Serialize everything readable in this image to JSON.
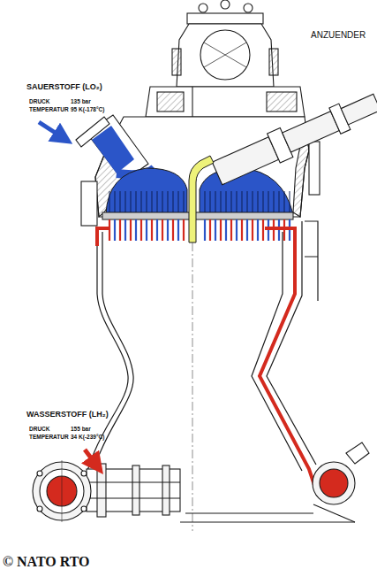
{
  "diagram": {
    "labels": [
      "SAUERSTOFF (LO₂)",
      "DRUCK",
      "135 bar",
      "TEMPERATUR",
      "95 K(-178°C)",
      "ANZUENDER",
      "WASSERSTOFF (LH₂)",
      "DRUCK",
      "155 bar",
      "TEMPERATUR",
      "34 K(-239°C)",
      "© NATO RTO"
    ]
  }
}
